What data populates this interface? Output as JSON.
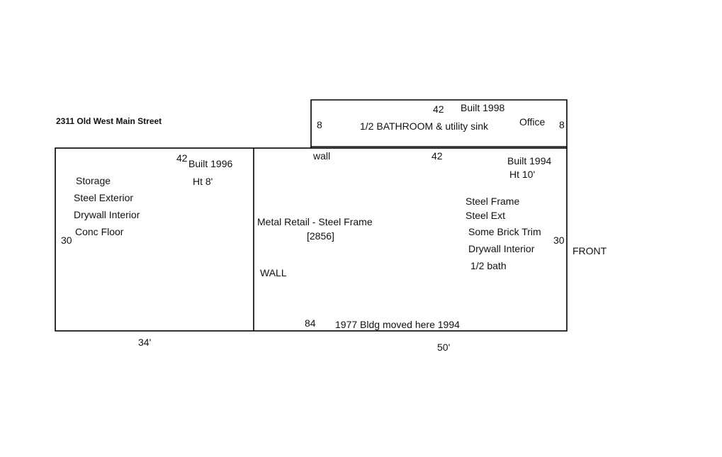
{
  "header": {
    "address": "2311 Old West Main Street"
  },
  "storage_room": {
    "top_dimension": "42",
    "built": "Built 1996",
    "height": "Ht 8'",
    "use": "Storage",
    "exterior": "Steel Exterior",
    "interior": "Drywall Interior",
    "floor": "Conc Floor",
    "side_dimension": "30",
    "bottom_dimension": "34'"
  },
  "bathroom_office": {
    "top_dimension": "42",
    "built": "Built 1998",
    "left_dimension": "8",
    "description": "1/2 BATHROOM & utility sink",
    "office": "Office",
    "right_dimension": "8"
  },
  "retail_building": {
    "wall_top": "wall",
    "top_dimension": "42",
    "built": "Built 1994",
    "height": "Ht 10'",
    "frame": "Steel Frame",
    "exterior": "Steel Ext",
    "trim": "Some Brick Trim",
    "side_dimension": "30",
    "interior": "Drywall Interior",
    "bath": "1/2 bath",
    "use": "Metal Retail - Steel Frame",
    "area": "[2856]",
    "wall_left": "WALL",
    "bottom_dimension": "84",
    "moved_note": "1977 Bldg moved here 1994",
    "width_label": "50'"
  },
  "orientation": {
    "front": "FRONT"
  }
}
